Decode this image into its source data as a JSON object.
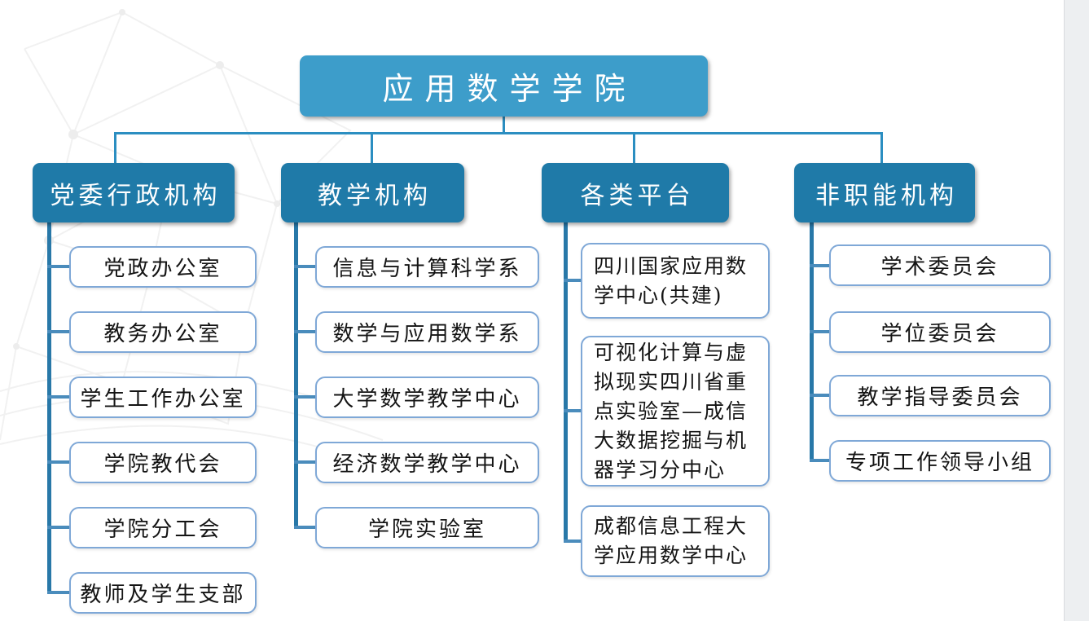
{
  "diagram_type": "org-chart",
  "root": {
    "label": "应用数学学院"
  },
  "branches": [
    {
      "label": "党委行政机构",
      "children": [
        "党政办公室",
        "教务办公室",
        "学生工作办公室",
        "学院教代会",
        "学院分工会",
        "教师及学生支部"
      ]
    },
    {
      "label": "教学机构",
      "children": [
        "信息与计算科学系",
        "数学与应用数学系",
        "大学数学教学中心",
        "经济数学教学中心",
        "学院实验室"
      ]
    },
    {
      "label": "各类平台",
      "children": [
        "四川国家应用数学中心(共建)",
        "可视化计算与虚拟现实四川省重点实验室—成信大数据挖掘与机器学习分中心",
        "成都信息工程大学应用数学中心"
      ]
    },
    {
      "label": "非职能机构",
      "children": [
        "学术委员会",
        "学位委员会",
        "教学指导委员会",
        "专项工作领导小组"
      ]
    }
  ],
  "colors": {
    "root_fill": "#3d9dca",
    "branch_fill": "#1f7aa8",
    "connector_line": "#2b8ec1",
    "trunk_line": "#2878a8",
    "child_border": "#7fa8d7",
    "text_on_fill": "#ffffff",
    "child_text": "#141414"
  }
}
